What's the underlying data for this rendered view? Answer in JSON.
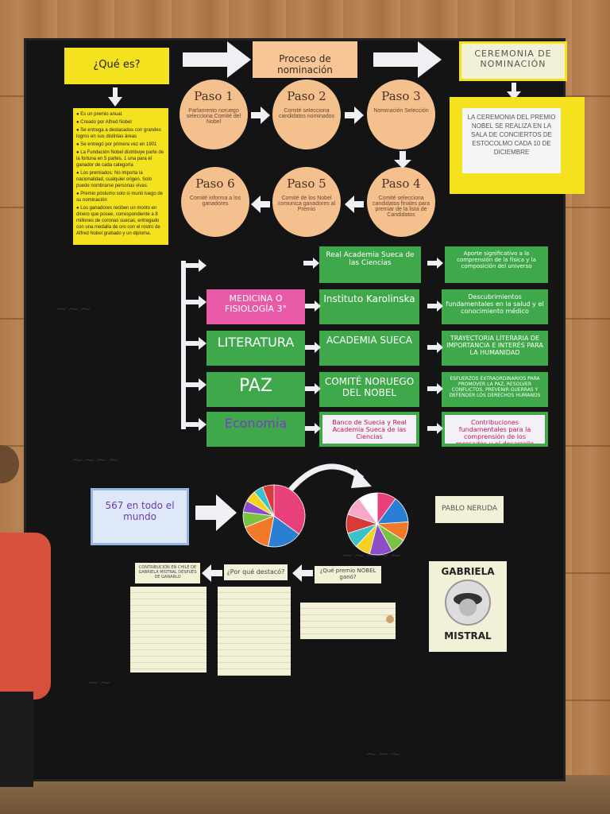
{
  "board": {
    "que_es": "¿Qué es?",
    "proceso": "Proceso de nominación",
    "ceremonia": "CEREMONIA DE NOMINACIÓN",
    "ceremonia_text": "LA CEREMONIA DEL PREMIO NOBEL SE REALIZA EN LA SALA DE CONCIERTOS DE ESTOCOLMO CADA 10 DE DICIEMBRE",
    "que_es_items": [
      "Es un premio anual.",
      "Creado por Alfred Nobel",
      "Se entrega a destacados con grandes logros en sus distintas áreas",
      "Se entregó por primera vez en 1901",
      "La Fundación Nobel distribuye parte de la fortuna en 5 partes. 1 una para el ganador de cada categoría",
      "Los premiados: No importa la nacionalidad, cualquier origen. Solo puede nombrarse personas vivas.",
      "Premio póstumo solo si murió luego de su nominación",
      "Los ganadores reciben un monto en dinero que posee, correspondiente a 8 millones de coronas suecas, entregado con una medalla de oro con el rostro de Alfred Nobel grabado y un diploma."
    ],
    "pasos": [
      {
        "title": "Paso 1",
        "text": "Parlamento noruego selecciona Comité del Nobel"
      },
      {
        "title": "Paso 2",
        "text": "Comité selecciona candidatos nominados"
      },
      {
        "title": "Paso 3",
        "text": "Nominación Selección"
      },
      {
        "title": "Paso 4",
        "text": "Comité selecciona candidatos finales para premiar de la lista de Candidatos"
      },
      {
        "title": "Paso 5",
        "text": "Comité de los Nobel comunica ganadores al Premio"
      },
      {
        "title": "Paso 6",
        "text": "Comité informa a los ganadores"
      }
    ],
    "categories": [
      {
        "name": "MEDICINA O FISIOLOGÍA 3°",
        "inst": "Instituto Karolinska",
        "desc": "Descubrimientos fundamentales en la salud y el conocimiento médico"
      },
      {
        "name": "LITERATURA",
        "inst": "ACADEMIA SUECA",
        "desc": "TRAYECTORIA LITERARIA DE IMPORTANCIA E INTERÉS PARA LA HUMANIDAD"
      },
      {
        "name": "PAZ",
        "inst": "COMITÉ NORUEGO DEL NOBEL",
        "desc": "ESFUERZOS EXTRAORDINARIOS PARA PROMOVER LA PAZ, RESOLVER CONFLICTOS, PREVENIR GUERRAS Y DEFENDER LOS DERECHOS HUMANOS"
      },
      {
        "name": "Economía",
        "inst": "Banco de Suecia y Real Academia Sueca de las Ciencias",
        "desc": "Contribuciones fundamentales para la comprensión de los mercados y el desarrollo económico"
      }
    ],
    "top_inst": "Real Academia Sueca de las Ciencias",
    "top_desc": "Aporte significativo a la comprensión de la física y la composición del universo",
    "laureates": "567 en todo el mundo",
    "neruda": "PABLO NERUDA",
    "que_premio": "¿Qué premio NOBEL ganó?",
    "por_que": "¿Por qué destacó?",
    "contribucion": "CONTRIBUCIÓN EN CHILE DE GABRIELA MISTRAL DESPUÉS DE GANARLO",
    "gabriela1": "GABRIELA",
    "gabriela2": "MISTRAL"
  },
  "pie_colors": [
    "#e8407a",
    "#2a7fd4",
    "#f07a2a",
    "#7bc142",
    "#8a4fc8",
    "#f5d21f",
    "#3cc0c9",
    "#d83a3a",
    "#f7a8c8",
    "#ffffff"
  ]
}
